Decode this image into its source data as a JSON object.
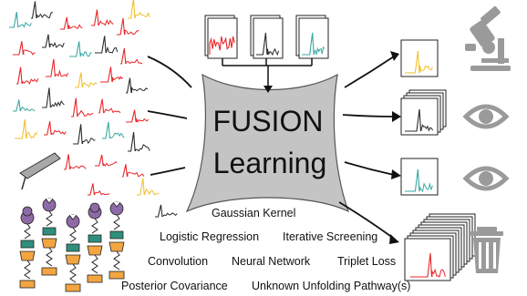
{
  "center": {
    "line1": "FUSION",
    "line2": "Learning"
  },
  "methods": {
    "gaussian_kernel": "Gaussian Kernel",
    "logistic_regression": "Logistic Regression",
    "iterative_screening": "Iterative Screening",
    "convolution": "Convolution",
    "neural_network": "Neural Network",
    "triplet_loss": "Triplet Loss",
    "posterior_covariance": "Posterior Covariance",
    "unknown_pathways": "Unknown Unfolding Pathway(s)"
  },
  "colors": {
    "red": "#e8262a",
    "black": "#2a2a2a",
    "teal": "#3aa8a3",
    "yellow": "#f2c12e",
    "blob": "#c4c4c4",
    "icon": "#9a9a9a",
    "purple": "#8e6aa6",
    "orange": "#f2a541",
    "green": "#2f8f7c"
  },
  "icons": {
    "microscope": "microscope-icon",
    "eye": "eye-icon",
    "trash": "trash-icon"
  }
}
